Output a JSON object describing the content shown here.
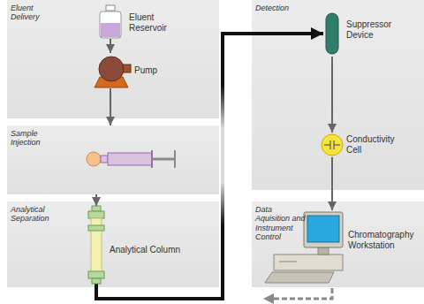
{
  "diagram": {
    "nodes": [
      {
        "text": [
          "Eluent Delivery"
        ]
      },
      {
        "text": [
          "Eluent Reservoir"
        ],
        "in": 0
      },
      {
        "text": [
          "Pump"
        ],
        "in": 0
      },
      {
        "text": [
          "Sample Injection"
        ]
      },
      {
        "text": [
          "Analytical Separation"
        ]
      },
      {
        "text": [
          "Analytical Column"
        ],
        "in": 4
      },
      {
        "text": [
          "Detection"
        ]
      },
      {
        "text": [
          "Suppressor Device"
        ],
        "in": 6
      },
      {
        "text": [
          "Conductivity Cell"
        ],
        "in": 6
      },
      {
        "text": [
          "Data Aquisition and Instrument Control"
        ]
      },
      {
        "text": [
          "Chromatography Workstation"
        ],
        "in": 9
      }
    ],
    "edges": [
      {
        "from": 1,
        "to": 2,
        "arrow": "to"
      },
      {
        "from": 2,
        "to": 3,
        "arrow": "to"
      },
      {
        "from": 3,
        "to": 5,
        "arrow": "to"
      },
      {
        "from": 5,
        "to": 7,
        "arrow": "to"
      },
      {
        "from": 7,
        "to": 8,
        "arrow": "to"
      },
      {
        "from": 8,
        "to": 10,
        "arrow": "to"
      }
    ]
  }
}
